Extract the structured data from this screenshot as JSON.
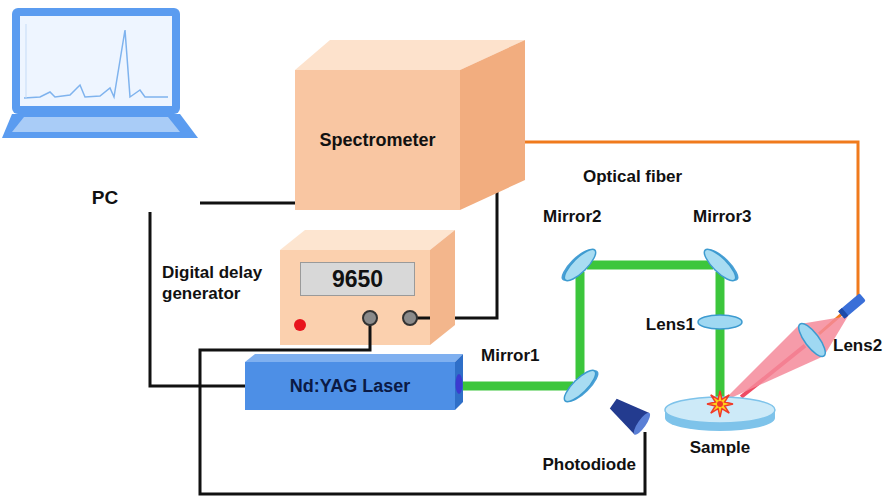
{
  "diagram": {
    "nodes": [
      {
        "text": [
          "PC"
        ]
      },
      {
        "text": [
          "Spectrometer"
        ]
      },
      {
        "text": [
          "Digital delay generator",
          "9650"
        ]
      },
      {
        "text": [
          "Nd:YAG Laser"
        ]
      },
      {
        "text": [
          "Mirror1"
        ]
      },
      {
        "text": [
          "Photodiode"
        ]
      },
      {
        "text": [
          "Mirror2"
        ]
      },
      {
        "text": [
          "Mirror3"
        ]
      },
      {
        "text": [
          "Lens1"
        ]
      },
      {
        "text": [
          "Lens2"
        ]
      },
      {
        "text": [
          "Sample"
        ]
      }
    ],
    "edges": [
      {
        "from": 0,
        "to": 1,
        "arrow": "none"
      },
      {
        "from": 0,
        "to": 3,
        "arrow": "none"
      },
      {
        "from": 1,
        "to": 2,
        "arrow": "none"
      },
      {
        "from": 2,
        "to": 5,
        "arrow": "none"
      },
      {
        "from": 3,
        "to": 4,
        "arrow": "none"
      },
      {
        "from": 4,
        "to": 6,
        "arrow": "none"
      },
      {
        "from": 6,
        "to": 7,
        "arrow": "none"
      },
      {
        "from": 7,
        "to": 8,
        "arrow": "none"
      },
      {
        "from": 8,
        "to": 10,
        "arrow": "none"
      },
      {
        "from": 10,
        "to": 9,
        "arrow": "none"
      },
      {
        "from": 1,
        "to": 9,
        "label": "Optical fiber",
        "arrow": "none"
      }
    ]
  }
}
